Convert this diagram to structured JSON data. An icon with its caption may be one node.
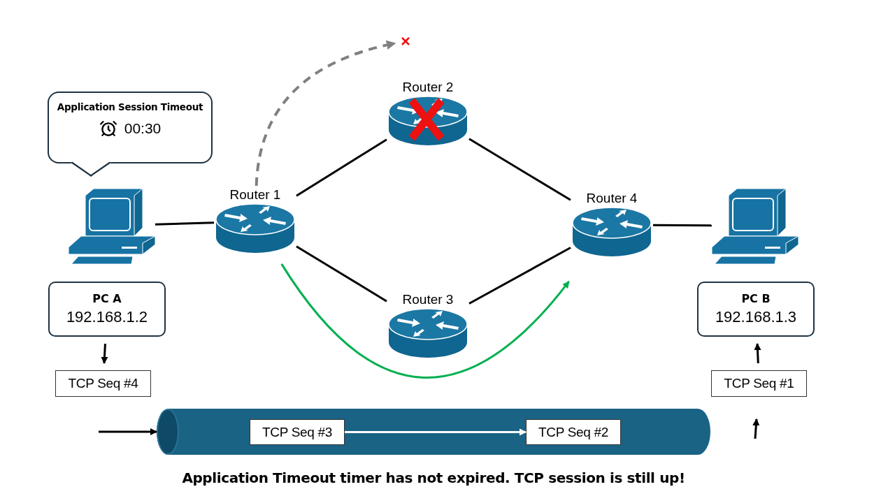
{
  "diagram": {
    "caption": "Application Timeout timer has not expired. TCP session is still up!",
    "nodes": [
      {
        "text": [
          "Application Session Timeout",
          "00:30"
        ]
      },
      {
        "text": [],
        "shape": "computer"
      },
      {
        "text": [
          "Router 1"
        ]
      },
      {
        "text": [
          "Router 2"
        ]
      },
      {
        "text": [
          "Router 3"
        ]
      },
      {
        "text": [
          "Router 4"
        ]
      },
      {
        "text": [],
        "shape": "computer"
      },
      {
        "text": [
          "PC A",
          "192.168.1.2"
        ]
      },
      {
        "text": [
          "PC B",
          "192.168.1.3"
        ]
      },
      {
        "text": [
          "TCP Seq #4"
        ]
      },
      {
        "text": [
          "TCP Seq #1"
        ]
      },
      {
        "text": [],
        "shape": "cylinder"
      },
      {
        "text": [
          "TCP Seq #3"
        ],
        "in": 11
      },
      {
        "text": [
          "TCP Seq #2"
        ],
        "in": 11
      },
      {
        "text": [],
        "shape": "cross"
      }
    ],
    "edges": [
      {
        "from": 1,
        "to": 2,
        "arrow": "none"
      },
      {
        "from": 2,
        "to": 3,
        "arrow": "none"
      },
      {
        "from": 2,
        "to": 4,
        "arrow": "none"
      },
      {
        "from": 3,
        "to": 5,
        "arrow": "none"
      },
      {
        "from": 4,
        "to": 5,
        "arrow": "none"
      },
      {
        "from": 5,
        "to": 6,
        "arrow": "none"
      },
      {
        "from": 2,
        "to": 14,
        "arrow": "to",
        "style": "dashed",
        "color": "#808080"
      },
      {
        "from": 2,
        "to": 5,
        "arrow": "to",
        "color": "#00b050"
      },
      {
        "from": 7,
        "to": 9,
        "arrow": "to"
      },
      {
        "from": 10,
        "to": 8,
        "arrow": "to"
      },
      {
        "from": null,
        "to": 11,
        "arrow": "to"
      },
      {
        "from": 12,
        "to": 13,
        "arrow": "to",
        "color": "#ffffff"
      },
      {
        "from": null,
        "to": 10,
        "arrow": "to"
      }
    ]
  }
}
